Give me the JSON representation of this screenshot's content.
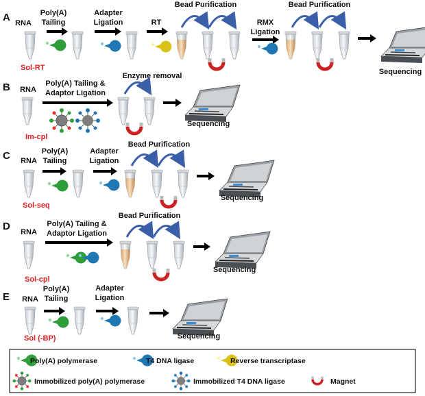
{
  "panels": {
    "A": {
      "letter": "A",
      "rna": "RNA",
      "step1": [
        "Poly(A)",
        "Tailing"
      ],
      "step2": [
        "Adapter",
        "Ligation"
      ],
      "step3": "RT",
      "step4": "Bead Purification",
      "step5": [
        "RMX",
        "Ligation"
      ],
      "step6": "Bead Purification",
      "sequencing": "Sequencing",
      "method": "Sol-RT"
    },
    "B": {
      "letter": "B",
      "rna": "RNA",
      "step1": [
        "Poly(A) Tailing &",
        "Adaptor Ligation"
      ],
      "step2": "Enzyme removal",
      "sequencing": "Sequencing",
      "method": "Im-cpl"
    },
    "C": {
      "letter": "C",
      "rna": "RNA",
      "step1": [
        "Poly(A)",
        "Tailing"
      ],
      "step2": [
        "Adapter",
        "Ligation"
      ],
      "step3": "Bead Purification",
      "sequencing": "Sequencing",
      "method": "Sol-seq"
    },
    "D": {
      "letter": "D",
      "rna": "RNA",
      "step1": [
        "Poly(A) Tailing &",
        "Adaptor Ligation"
      ],
      "step2": "Bead Purification",
      "sequencing": "Sequencing",
      "method": "Sol-cpl"
    },
    "E": {
      "letter": "E",
      "rna": "RNA",
      "step1": [
        "Poly(A)",
        "Tailing"
      ],
      "step2": [
        "Adapter",
        "Ligation"
      ],
      "sequencing": "Sequencing",
      "method": "Sol (-BP)"
    }
  },
  "legend": {
    "polya": "Poly(A) polymerase",
    "t4": "T4 DNA ligase",
    "rt": "Reverse transcriptase",
    "im_polya": "Immobilized poly(A) polymerase",
    "im_t4": "Immobilized T4 DNA ligase",
    "magnet": "Magnet"
  },
  "colors": {
    "polya": "#2e9d3a",
    "t4": "#1f78b4",
    "rt": "#d9c21a",
    "method": "#e02020",
    "arc": "#3a5fa8",
    "magnet": "#cc2222"
  }
}
